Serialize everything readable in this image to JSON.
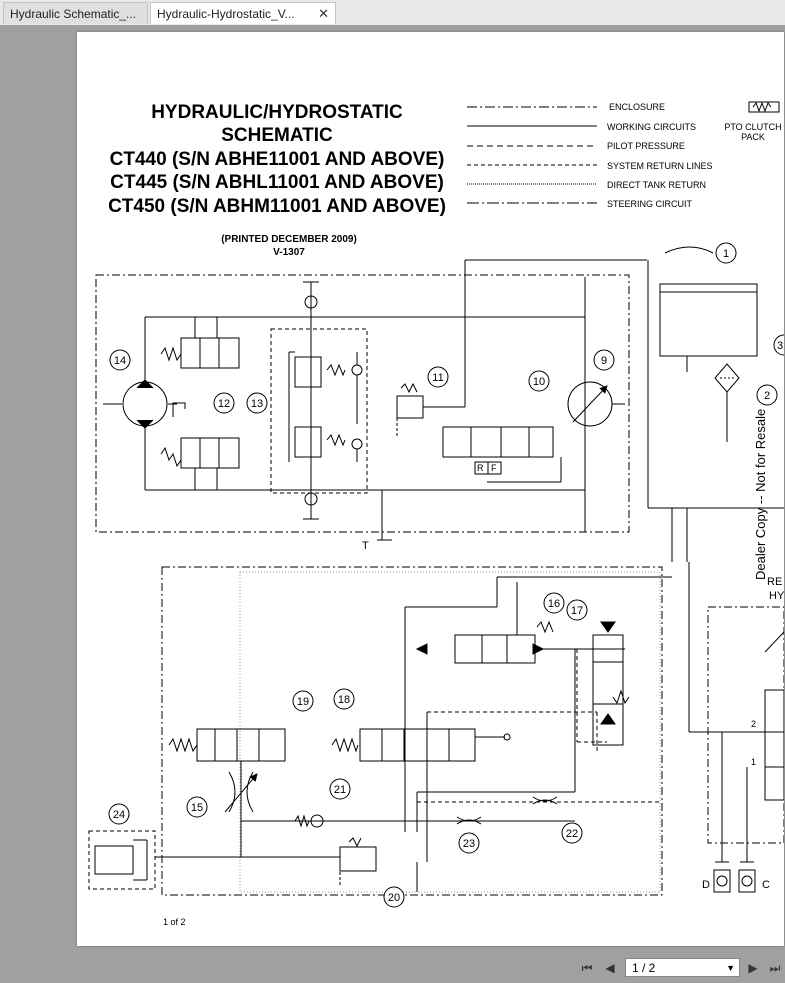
{
  "tabs": [
    {
      "label": "Hydraulic Schematic_..."
    },
    {
      "label": "Hydraulic-Hydrostatic_V..."
    }
  ],
  "document": {
    "title_lines": [
      "HYDRAULIC/HYDROSTATIC",
      "SCHEMATIC",
      "CT440 (S/N ABHE11001 AND ABOVE)",
      "CT445 (S/N ABHL11001 AND ABOVE)",
      "CT450 (S/N ABHM11001 AND ABOVE)"
    ],
    "printed": "(PRINTED DECEMBER 2009)",
    "code": "V-1307",
    "page_label": "1 of 2",
    "watermark": "Dealer Copy -- Not for Resale",
    "legend": [
      {
        "label": "ENCLOSURE"
      },
      {
        "label": "WORKING CIRCUITS"
      },
      {
        "label": "PILOT PRESSURE"
      },
      {
        "label": "SYSTEM RETURN LINES"
      },
      {
        "label": "DIRECT TANK RETURN"
      },
      {
        "label": "STEERING CIRCUIT"
      }
    ],
    "pto_label_1": "PTO CLUTCH",
    "pto_label_2": "PACK",
    "tank_label": "T",
    "port_r": "R",
    "port_f": "F",
    "port_d": "D",
    "port_c": "C",
    "port_2": "2",
    "port_1": "1",
    "partial_re": "RE",
    "partial_hy": "HY",
    "callouts": [
      "1",
      "2",
      "3",
      "9",
      "10",
      "11",
      "12",
      "13",
      "14",
      "15",
      "16",
      "17",
      "18",
      "19",
      "20",
      "21",
      "22",
      "23",
      "24"
    ]
  },
  "footer": {
    "page_indicator": "1 / 2"
  }
}
